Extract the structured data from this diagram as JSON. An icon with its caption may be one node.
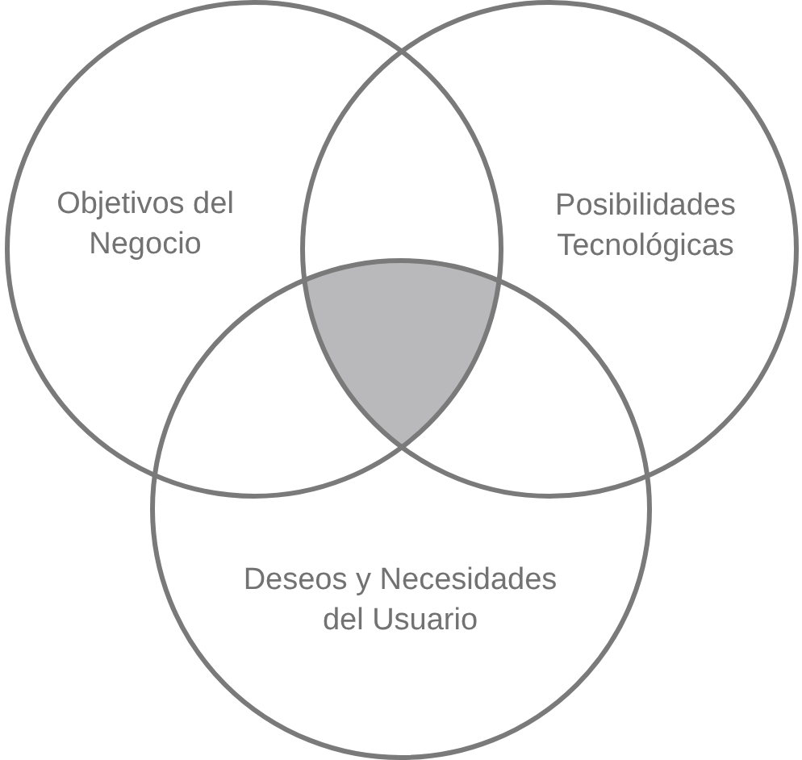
{
  "diagram": {
    "nodes": [
      {
        "text": [
          "Objetivos del Negocio"
        ]
      },
      {
        "text": [
          "Posibilidades Tecnológicas"
        ]
      },
      {
        "text": [
          "Deseos y Necesidades del Usuario"
        ]
      },
      {
        "text": [],
        "shape": "triangle"
      }
    ]
  }
}
